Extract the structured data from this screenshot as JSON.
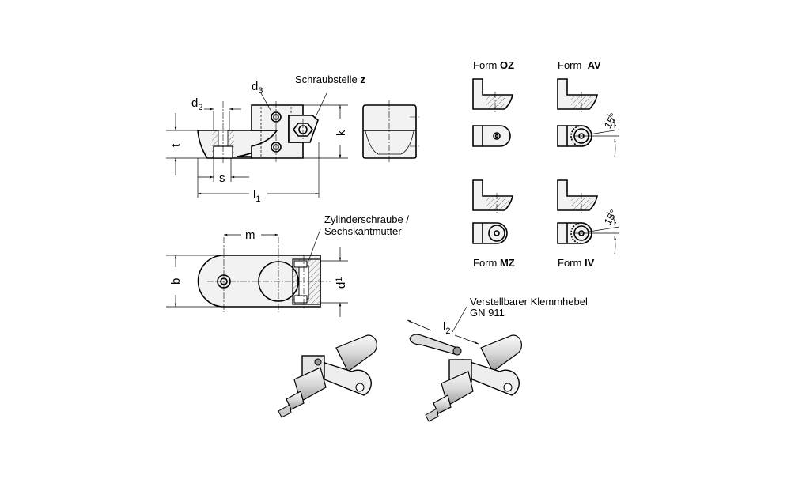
{
  "dimensions": {
    "d2": {
      "main": "d",
      "sub": "2"
    },
    "d3": {
      "main": "d",
      "sub": "3"
    },
    "t": "t",
    "s": "s",
    "l1": {
      "main": "l",
      "sub": "1"
    },
    "k": "k",
    "m": "m",
    "b": "b",
    "d1": {
      "main": "d",
      "sub": "1"
    },
    "l2": {
      "main": "l",
      "sub": "2"
    }
  },
  "callouts": {
    "schraubstelle": {
      "text": "Schraubstelle ",
      "bold": "z"
    },
    "zylinder_line1": "Zylinderschraube /",
    "zylinder_line2": "Sechskantmutter",
    "klemmhebel_line1": "Verstellbarer Klemmhebel",
    "klemmhebel_line2": "GN 911"
  },
  "forms": [
    {
      "prefix": "Form ",
      "code": "OZ"
    },
    {
      "prefix": "Form  ",
      "code": "AV"
    },
    {
      "prefix": "Form ",
      "code": "MZ"
    },
    {
      "prefix": "Form ",
      "code": "IV"
    }
  ],
  "angle_label": "15°"
}
